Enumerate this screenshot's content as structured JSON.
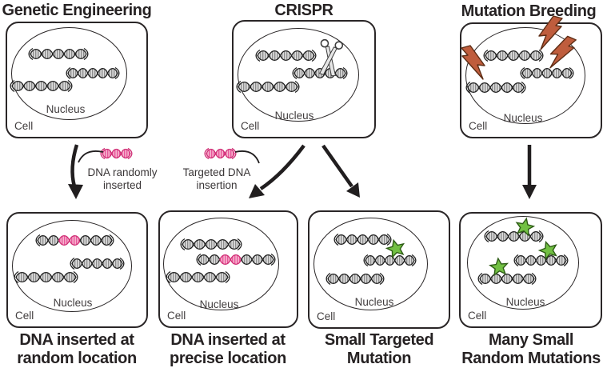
{
  "top_row": [
    {
      "id": "genetic-engineering",
      "title": "Genetic Engineering",
      "cell_label": "Cell",
      "nucleus_label": "Nucleus"
    },
    {
      "id": "crispr",
      "title": "CRISPR",
      "cell_label": "Cell",
      "nucleus_label": "Nucleus"
    },
    {
      "id": "mutation-breeding",
      "title": "Mutation Breeding",
      "cell_label": "Cell",
      "nucleus_label": "Nucleus"
    }
  ],
  "annotations": {
    "random_insert_line1": "DNA randomly",
    "random_insert_line2": "inserted",
    "targeted_insert_line1": "Targeted DNA",
    "targeted_insert_line2": "insertion"
  },
  "bottom_row": [
    {
      "id": "random-location",
      "caption_line1": "DNA inserted at",
      "caption_line2": "random location",
      "cell_label": "Cell",
      "nucleus_label": "Nucleus"
    },
    {
      "id": "precise-location",
      "caption_line1": "DNA inserted at",
      "caption_line2": "precise location",
      "cell_label": "Cell",
      "nucleus_label": "Nucleus"
    },
    {
      "id": "small-targeted-mutation",
      "caption_line1": "Small Targeted",
      "caption_line2": "Mutation",
      "cell_label": "Cell",
      "nucleus_label": "Nucleus"
    },
    {
      "id": "many-small-random-mutations",
      "caption_line1": "Many Small",
      "caption_line2": "Random Mutations",
      "cell_label": "Cell",
      "nucleus_label": "Nucleus"
    }
  ],
  "icons": {
    "scissors": "crispr-scissors",
    "dna_fragment": "pink-dna-fragment",
    "lightning_bolt": "mutagen-lightning-bolt",
    "star": "mutation-star",
    "arrow": "down-arrow"
  },
  "colors": {
    "insert_pink": "#e0417f",
    "mutation_green": "#72c043",
    "bolt_orange": "#bf5d3d",
    "outline_black": "#2a2627",
    "dna_gray": "#c9c9c9"
  }
}
